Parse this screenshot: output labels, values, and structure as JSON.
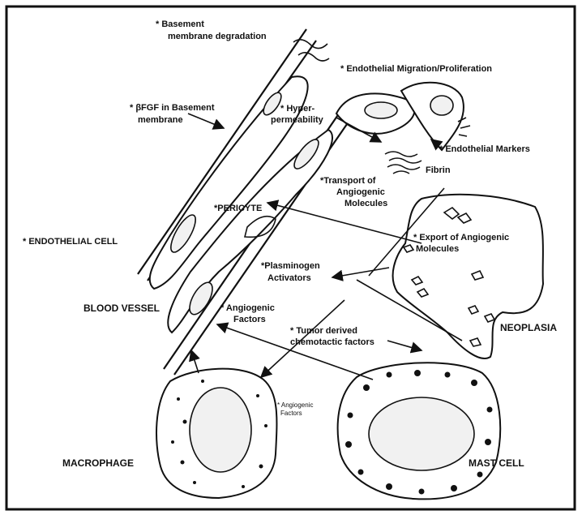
{
  "labels": {
    "basement_degradation_1": "* Basement",
    "basement_degradation_2": "membrane degradation",
    "endothelial_migration": "* Endothelial Migration/Proliferation",
    "bfgf_1": "* βFGF in Basement",
    "bfgf_2": "membrane",
    "hyperpermeability_1": "* Hyper-",
    "hyperpermeability_2": "permeability",
    "endothelial_markers": "* Endothelial Markers",
    "fibrin": "Fibrin",
    "transport_1": "*Transport of",
    "transport_2": "Angiogenic",
    "transport_3": "Molecules",
    "pericyte": "*PERICYTE",
    "endothelial_cell": "* ENDOTHELIAL CELL",
    "export_1": "* Export of Angiogenic",
    "export_2": "Molecules",
    "plasminogen_1": "*Plasminogen",
    "plasminogen_2": "Activators",
    "blood_vessel": "BLOOD VESSEL",
    "angiogenic_factors_1": "* Angiogenic",
    "angiogenic_factors_2": "Factors",
    "tumor_1": "* Tumor derived",
    "tumor_2": "chemotactic factors",
    "neoplasia": "NEOPLASIA",
    "angiogenic_small_1": "* Angiogenic",
    "angiogenic_small_2": "Factors",
    "macrophage": "MACROPHAGE",
    "mast_cell": "MAST CELL"
  },
  "colors": {
    "ink": "#111111",
    "paper": "#ffffff",
    "nucleus_fill": "#f1f1f1"
  }
}
